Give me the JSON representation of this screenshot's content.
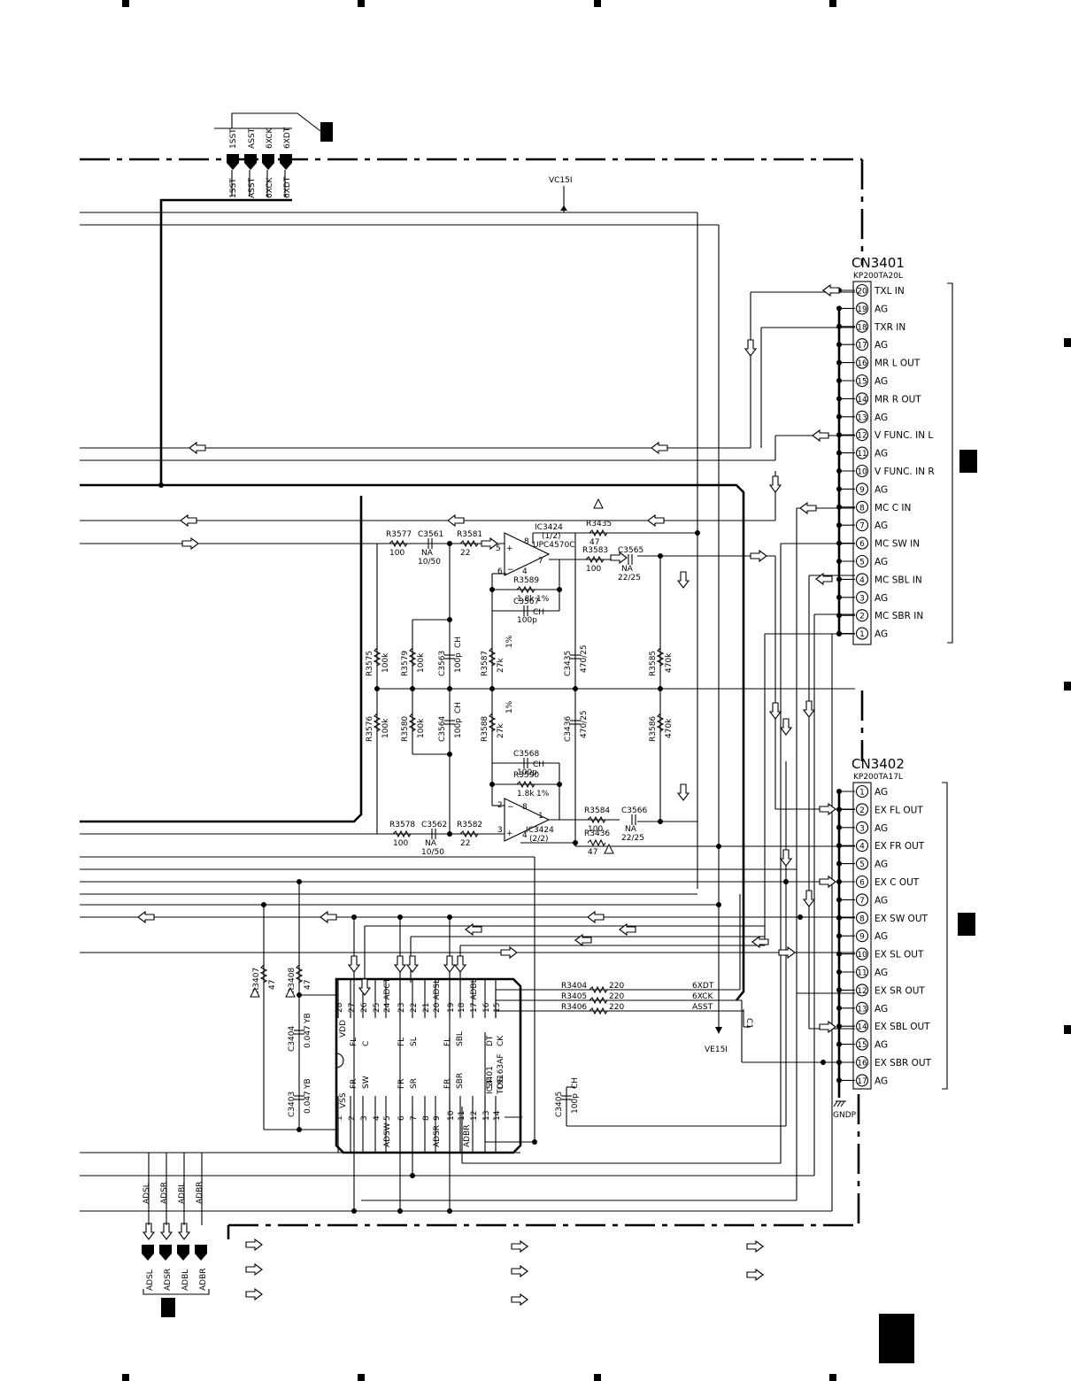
{
  "top_bus": {
    "labels": [
      "1SST",
      "ASST",
      "6XCK",
      "6XDT"
    ]
  },
  "bottom_bus": {
    "labels": [
      "ADSL",
      "ADSR",
      "ADBL",
      "ADBR"
    ]
  },
  "power": {
    "vc15i": "VC15I",
    "ve15i": "VE15I",
    "gndp": "GNDP",
    "c1": "C1"
  },
  "cn3401": {
    "name": "CN3401",
    "part": "KP200TA20L",
    "pins": [
      {
        "n": "20",
        "label": "TXL  IN"
      },
      {
        "n": "19",
        "label": "AG"
      },
      {
        "n": "18",
        "label": "TXR  IN"
      },
      {
        "n": "17",
        "label": "AG"
      },
      {
        "n": "16",
        "label": "MR  L  OUT"
      },
      {
        "n": "15",
        "label": "AG"
      },
      {
        "n": "14",
        "label": "MR  R  OUT"
      },
      {
        "n": "13",
        "label": "AG"
      },
      {
        "n": "12",
        "label": "V  FUNC. IN  L"
      },
      {
        "n": "11",
        "label": "AG"
      },
      {
        "n": "10",
        "label": "V  FUNC. IN  R"
      },
      {
        "n": "9",
        "label": "AG"
      },
      {
        "n": "8",
        "label": "MC  C  IN"
      },
      {
        "n": "7",
        "label": "AG"
      },
      {
        "n": "6",
        "label": "MC  SW  IN"
      },
      {
        "n": "5",
        "label": "AG"
      },
      {
        "n": "4",
        "label": "MC  SBL  IN"
      },
      {
        "n": "3",
        "label": "AG"
      },
      {
        "n": "2",
        "label": "MC  SBR  IN"
      },
      {
        "n": "1",
        "label": "AG"
      }
    ]
  },
  "cn3402": {
    "name": "CN3402",
    "part": "KP200TA17L",
    "pins": [
      {
        "n": "1",
        "label": "AG"
      },
      {
        "n": "2",
        "label": "EX  FL  OUT"
      },
      {
        "n": "3",
        "label": "AG"
      },
      {
        "n": "4",
        "label": "EX  FR  OUT"
      },
      {
        "n": "5",
        "label": "AG"
      },
      {
        "n": "6",
        "label": "EX  C  OUT"
      },
      {
        "n": "7",
        "label": "AG"
      },
      {
        "n": "8",
        "label": "EX  SW  OUT"
      },
      {
        "n": "9",
        "label": "AG"
      },
      {
        "n": "10",
        "label": "EX  SL  OUT"
      },
      {
        "n": "11",
        "label": "AG"
      },
      {
        "n": "12",
        "label": "EX  SR  OUT"
      },
      {
        "n": "13",
        "label": "AG"
      },
      {
        "n": "14",
        "label": "EX  SBL  OUT"
      },
      {
        "n": "15",
        "label": "AG"
      },
      {
        "n": "16",
        "label": "EX  SBR  OUT"
      },
      {
        "n": "17",
        "label": "AG"
      }
    ]
  },
  "opamp": {
    "a": {
      "ref": "IC3424",
      "unit": "(1/2)",
      "part": "UPC4570C"
    },
    "b": {
      "ref": "IC3424",
      "unit": "(2/2)"
    }
  },
  "ic3401": {
    "ref": "IC3401",
    "part": "TC9163AF",
    "vdd": "VDD",
    "vss": "VSS"
  },
  "components": {
    "r3577": {
      "ref": "R3577",
      "val": "100"
    },
    "c3561": {
      "ref": "C3561",
      "val": "NA",
      "val2": "10/50"
    },
    "r3581": {
      "ref": "R3581",
      "val": "22"
    },
    "r3435": {
      "ref": "R3435",
      "val": "47"
    },
    "r3583": {
      "ref": "R3583",
      "val": "100"
    },
    "c3565": {
      "ref": "C3565",
      "val": "NA",
      "val2": "22/25"
    },
    "r3589": {
      "ref": "R3589",
      "val": "1.8k",
      "tol": "1%"
    },
    "c3567": {
      "ref": "C3567",
      "val": "100p",
      "type": "CH"
    },
    "r3575": {
      "ref": "R3575",
      "val": "100k"
    },
    "r3579": {
      "ref": "R3579",
      "val": "100k"
    },
    "c3563": {
      "ref": "C3563",
      "val": "100p",
      "type": "CH"
    },
    "r3587": {
      "ref": "R3587",
      "val": "27k",
      "tol": "1%"
    },
    "c3435": {
      "ref": "C3435",
      "val": "470/25"
    },
    "r3585": {
      "ref": "R3585",
      "val": "470k"
    },
    "r3576": {
      "ref": "R3576",
      "val": "100k"
    },
    "r3580": {
      "ref": "R3580",
      "val": "100k"
    },
    "c3564": {
      "ref": "C3564",
      "val": "100p",
      "type": "CH"
    },
    "r3588": {
      "ref": "R3588",
      "val": "27k",
      "tol": "1%"
    },
    "c3436": {
      "ref": "C3436",
      "val": "470/25"
    },
    "r3586": {
      "ref": "R3586",
      "val": "470k"
    },
    "c3568": {
      "ref": "C3568",
      "val": "100p",
      "type": "CH"
    },
    "r3590": {
      "ref": "R3590",
      "val": "1.8k",
      "tol": "1%"
    },
    "r3578": {
      "ref": "R3578",
      "val": "100"
    },
    "c3562": {
      "ref": "C3562",
      "val": "NA",
      "val2": "10/50"
    },
    "r3582": {
      "ref": "R3582",
      "val": "22"
    },
    "r3584": {
      "ref": "R3584",
      "val": "100"
    },
    "c3566": {
      "ref": "C3566",
      "val": "NA",
      "val2": "22/25"
    },
    "r3436": {
      "ref": "R3436",
      "val": "47"
    },
    "r3407": {
      "ref": "R3407",
      "val": "47"
    },
    "r3408": {
      "ref": "R3408",
      "val": "47"
    },
    "c3404": {
      "ref": "C3404",
      "val": "0.047",
      "type": "YB"
    },
    "c3403": {
      "ref": "C3403",
      "val": "0.047",
      "type": "YB"
    },
    "c3405": {
      "ref": "C3405",
      "val": "100p",
      "type": "CH"
    },
    "r3404": {
      "ref": "R3404",
      "val": "220",
      "net": "6XDT"
    },
    "r3405": {
      "ref": "R3405",
      "val": "220",
      "net": "6XCK"
    },
    "r3406": {
      "ref": "R3406",
      "val": "220",
      "net": "ASST"
    }
  },
  "ic_pins_top": [
    "28",
    "27",
    "26",
    "25",
    "24 ADCT",
    "23",
    "22",
    "21",
    "20 ADSL",
    "19",
    "18",
    "17 ADBL",
    "16",
    "15"
  ],
  "ic_pins_bottom": [
    "1",
    "2",
    "3",
    "4",
    "5",
    "6",
    "7",
    "8",
    "9",
    "10",
    "11",
    "12",
    "13",
    "14"
  ],
  "ic_inner": {
    "top": [
      "FL",
      "C",
      "FL",
      "SL",
      "FL",
      "SBL",
      "DT",
      "CK"
    ],
    "bottom": [
      "FR",
      "SW",
      "FR",
      "SR",
      "FR",
      "SBR",
      "ST",
      "DG"
    ],
    "bottom_pins": [
      "ADSW",
      "ADSR",
      "ADBR"
    ]
  }
}
